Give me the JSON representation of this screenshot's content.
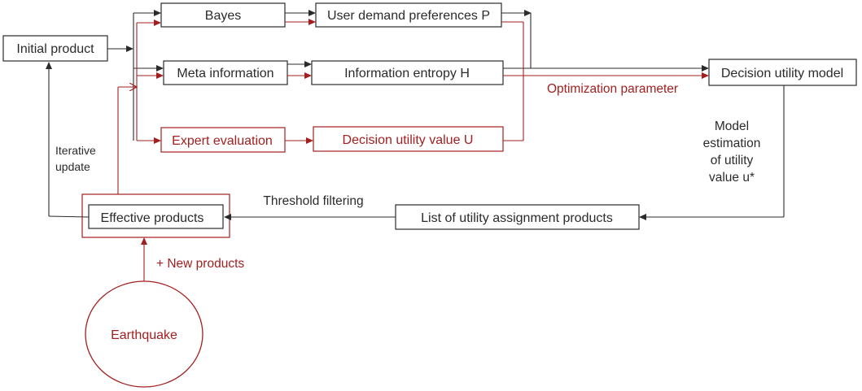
{
  "colors": {
    "dark": "#2b2b2b",
    "red": "#a31f1f",
    "background": "#ffffff"
  },
  "nodes": {
    "initial_product": "Initial product",
    "bayes": "Bayes",
    "user_demand": "User demand preferences P",
    "meta_information": "Meta information",
    "information_entropy": "Information entropy  H",
    "expert_evaluation": "Expert evaluation",
    "decision_utility_value": "Decision utility value U",
    "decision_utility_model": "Decision utility model",
    "utility_assignment_list": "List of utility assignment products",
    "effective_products": "Effective products",
    "earthquake": "Earthquake"
  },
  "labels": {
    "optimization_parameter": "Optimization parameter",
    "model_estimation": [
      "Model",
      "estimation",
      "of utility",
      "value u*"
    ],
    "threshold_filtering": "Threshold filtering",
    "iterative_update": [
      "Iterative",
      "update"
    ],
    "new_products": "+ New products"
  }
}
